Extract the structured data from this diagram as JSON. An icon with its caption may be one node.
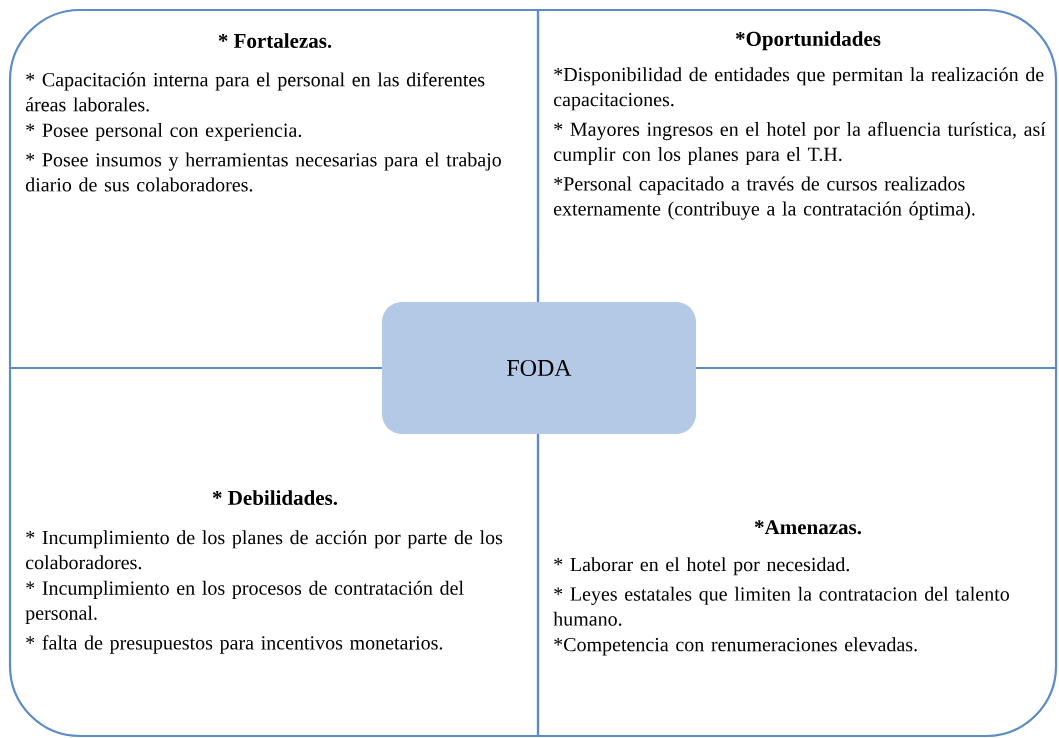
{
  "diagram": {
    "nodes": [
      {
        "text": [
          "* Fortalezas.",
          "* Capacitación interna para el personal en las diferentes áreas laborales.",
          "* Posee personal con experiencia.",
          "* Posee insumos y herramientas necesarias para el trabajo diario de sus colaboradores."
        ]
      },
      {
        "text": [
          "*Oportunidades",
          "*Disponibilidad de entidades que permitan la realización de capacitaciones.",
          "* Mayores ingresos en el hotel por la afluencia turística, así cumplir con los planes para el T.H.",
          "*Personal capacitado a través de cursos realizados externamente (contribuye a la contratación óptima)."
        ]
      },
      {
        "text": [
          "* Debilidades.",
          "* Incumplimiento de los planes de acción por parte de los colaboradores.",
          "* Incumplimiento en los procesos de contratación del personal.",
          "* falta de presupuestos para incentivos monetarios."
        ]
      },
      {
        "text": [
          "*Amenazas.",
          "* Laborar en el hotel por necesidad.",
          "* Leyes estatales que limiten la contratacion del talento humano.",
          "*Competencia con renumeraciones elevadas."
        ]
      },
      {
        "text": [
          "FODA"
        ]
      }
    ]
  }
}
